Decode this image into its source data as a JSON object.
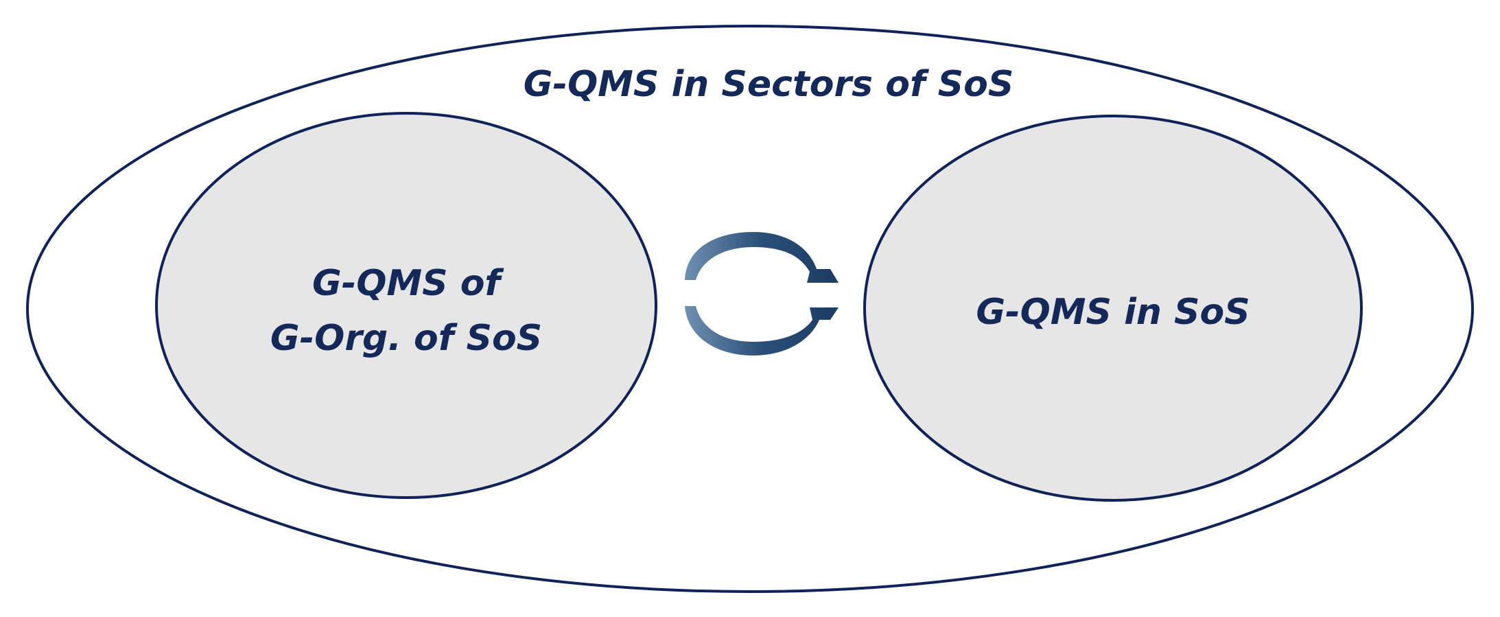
{
  "diagram": {
    "outer": {
      "title": "G-QMS in Sectors of SoS"
    },
    "left": {
      "line1": "G-QMS of",
      "line2": "G-Org. of SoS"
    },
    "right": {
      "label": "G-QMS in SoS"
    },
    "cycle": {
      "icon": "cycle-arrows-icon"
    }
  },
  "colors": {
    "stroke": "#0f2259",
    "text": "#14285a",
    "inner_fill": "#e6e6e6",
    "arrow": "#2a4f78"
  }
}
